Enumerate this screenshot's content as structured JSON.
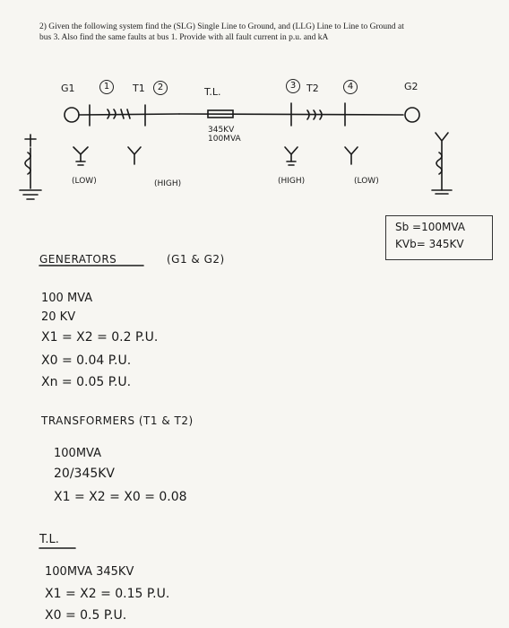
{
  "problem": {
    "line1": "2) Given the following system find the (SLG) Single Line to Ground, and (LLG) Line to Line to Ground at",
    "line2": "bus 3. Also find the same faults at bus 1. Provide with all fault current in p.u. and kA"
  },
  "diagram": {
    "g1": "G1",
    "t1": "T1",
    "tl": "T.L.",
    "t2": "T2",
    "g2": "G2",
    "bus1": "1",
    "bus2": "2",
    "bus3": "3",
    "bus4": "4",
    "line_kv": "345KV",
    "line_mva": "100MVA",
    "low_left": "(LOW)",
    "high_left": "(HIGH)",
    "high_right": "(HIGH)",
    "low_right": "(LOW)"
  },
  "base": {
    "sb": "Sb =100MVA",
    "kvb": "KVb= 345KV"
  },
  "generators": {
    "heading": "GENERATORS",
    "which": "(G1 & G2)",
    "mva": "100 MVA",
    "kv": "20 KV",
    "x1x2": "X1 = X2  = 0.2 P.U.",
    "x0": "X0 = 0.04 P.U.",
    "xn": "Xn  = 0.05 P.U."
  },
  "transformers": {
    "heading": "TRANSFORMERS  (T1 & T2)",
    "mva": "100MVA",
    "kv": "20/345KV",
    "x": "X1 = X2 = X0 = 0.08"
  },
  "tline": {
    "heading": "T.L.",
    "mva_kv": "100MVA     345KV",
    "x1x2": "X1 = X2 = 0.15 P.U.",
    "x0": "X0  = 0.5 P.U."
  }
}
